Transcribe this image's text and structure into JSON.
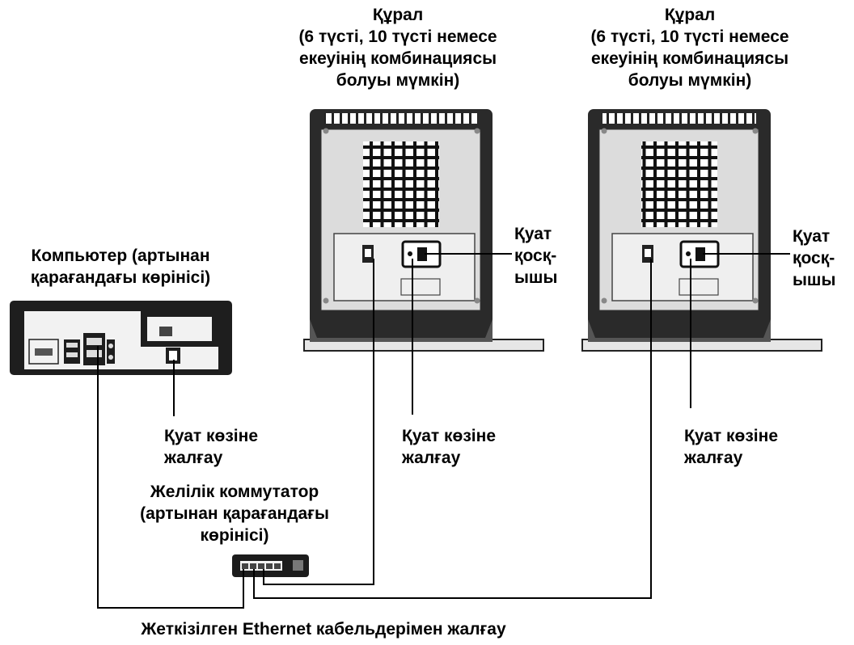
{
  "device1": {
    "title": "Құрал",
    "subtitle_lines": [
      "(6 түсті, 10 түсті немесе",
      "екеуінің комбинациясы",
      "болуы мүмкін)"
    ],
    "switch_label_lines": [
      "Қуат",
      "қосқ-",
      "ышы"
    ],
    "power_label_lines": [
      "Қуат көзіне",
      "жалғау"
    ]
  },
  "device2": {
    "title": "Құрал",
    "subtitle_lines": [
      "(6 түсті, 10 түсті немесе",
      "екеуінің комбинациясы",
      "болуы мүмкін)"
    ],
    "switch_label_lines": [
      "Қуат",
      "қосқ-",
      "ышы"
    ],
    "power_label_lines": [
      "Қуат көзіне",
      "жалғау"
    ]
  },
  "computer": {
    "label_lines": [
      "Компьютер (артынан",
      "қарағандағы көрінісі)"
    ],
    "power_label_lines": [
      "Қуат көзіне",
      "жалғау"
    ]
  },
  "network_switch": {
    "label_lines": [
      "Желілік коммутатор",
      "(артынан қарағандағы",
      "көрінісі)"
    ]
  },
  "caption": "Жеткізілген Ethernet кабельдерімен жалғау"
}
